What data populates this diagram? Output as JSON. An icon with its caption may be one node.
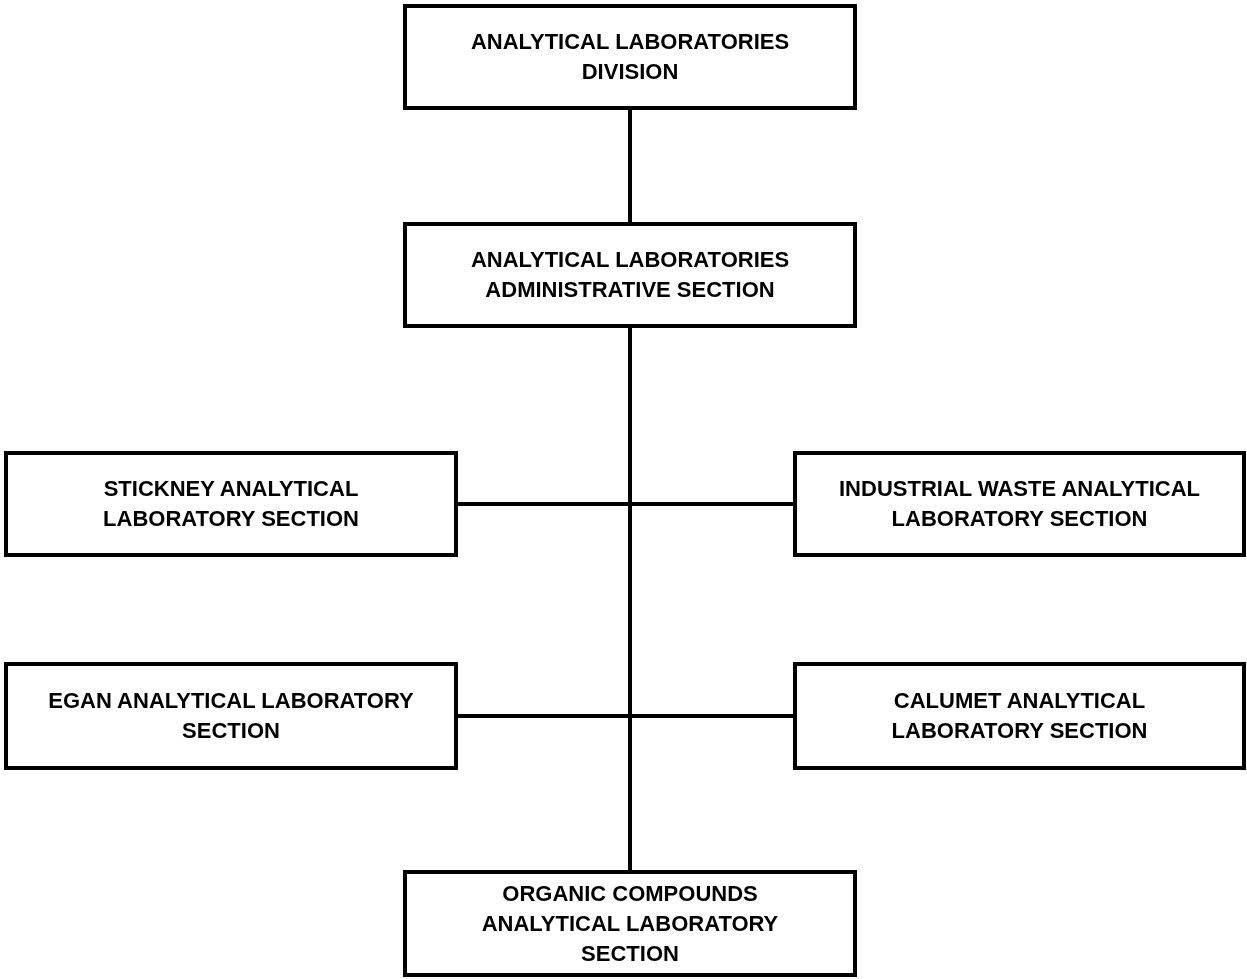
{
  "diagram": {
    "nodes": [
      {
        "text": [
          "ANALYTICAL LABORATORIES DIVISION"
        ]
      },
      {
        "text": [
          "ANALYTICAL LABORATORIES ADMINISTRATIVE SECTION"
        ]
      },
      {
        "text": [
          "STICKNEY ANALYTICAL LABORATORY SECTION"
        ]
      },
      {
        "text": [
          "INDUSTRIAL WASTE ANALYTICAL LABORATORY SECTION"
        ]
      },
      {
        "text": [
          "EGAN ANALYTICAL LABORATORY SECTION"
        ]
      },
      {
        "text": [
          "CALUMET ANALYTICAL LABORATORY SECTION"
        ]
      },
      {
        "text": [
          "ORGANIC COMPOUNDS ANALYTICAL LABORATORY SECTION"
        ]
      }
    ],
    "edges": [
      {
        "from": 0,
        "to": 1,
        "arrow": "none"
      },
      {
        "from": 1,
        "to": 2,
        "arrow": "none"
      },
      {
        "from": 1,
        "to": 3,
        "arrow": "none"
      },
      {
        "from": 1,
        "to": 4,
        "arrow": "none"
      },
      {
        "from": 1,
        "to": 5,
        "arrow": "none"
      },
      {
        "from": 1,
        "to": 6,
        "arrow": "none"
      }
    ]
  }
}
